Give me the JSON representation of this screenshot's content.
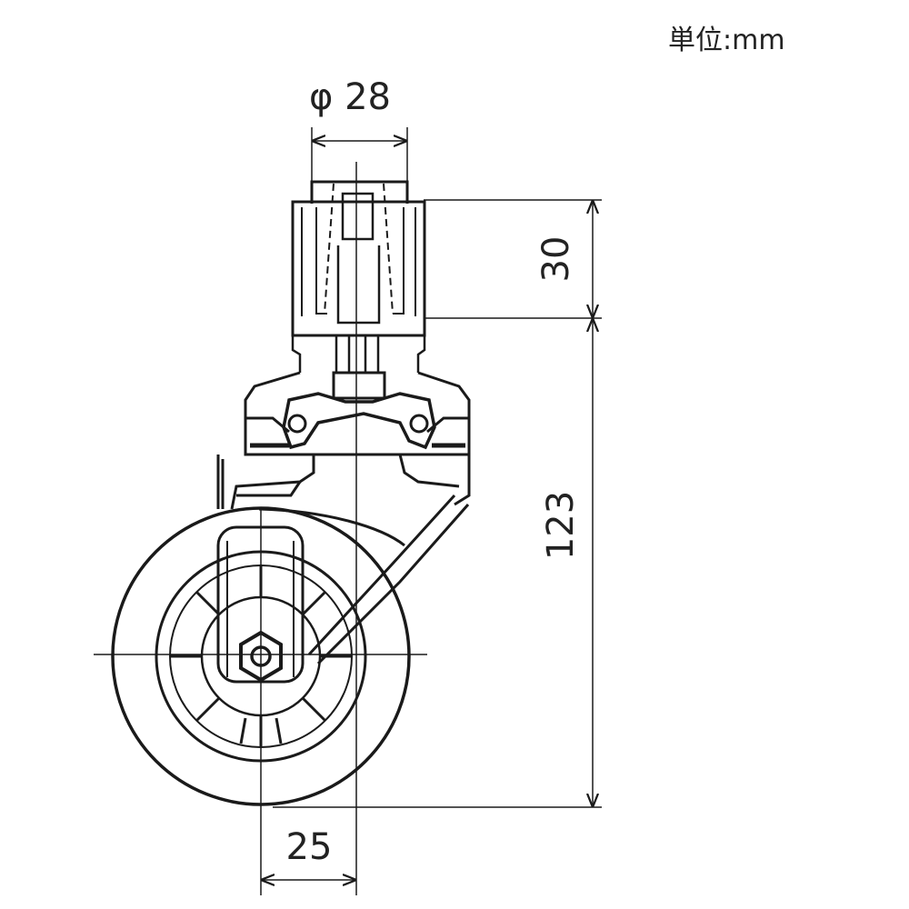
{
  "unit_label": "単位:mm",
  "dimensions": {
    "stem_diameter": "φ 28",
    "stem_height": "30",
    "overall_height": "123",
    "offset": "25"
  },
  "colors": {
    "line": "#1a1a1a",
    "background": "#ffffff"
  }
}
